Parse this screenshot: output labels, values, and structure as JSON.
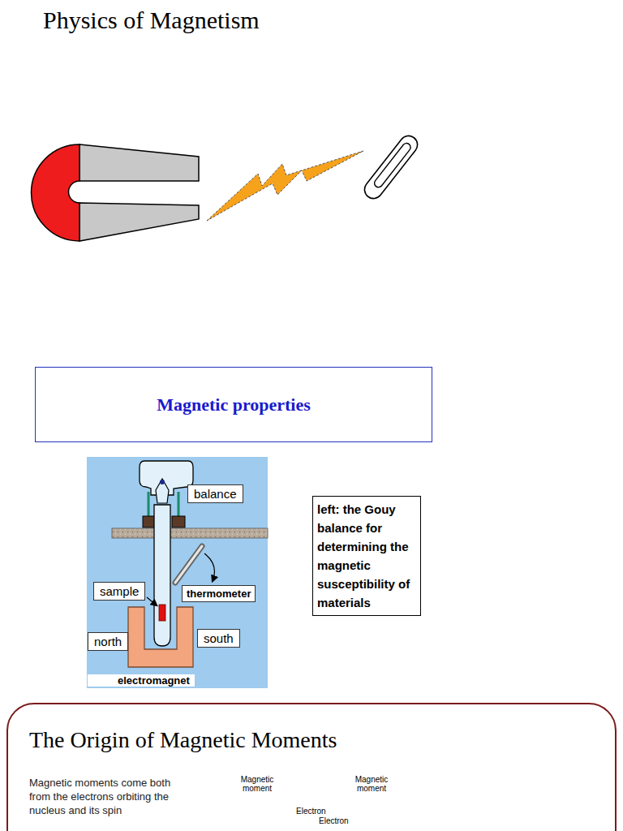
{
  "diagram": {
    "title": "Physics of Magnetism",
    "nodes": [
      {
        "text": [
          "Magnetic properties"
        ]
      },
      {
        "text": [
          "balance"
        ]
      },
      {
        "text": [
          "sample"
        ]
      },
      {
        "text": [
          "thermometer"
        ]
      },
      {
        "text": [
          "north"
        ]
      },
      {
        "text": [
          "south"
        ]
      },
      {
        "text": [
          "electromagnet"
        ]
      },
      {
        "text": [
          "left: the Gouy balance for determining the magnetic susceptibility of materials"
        ]
      },
      {
        "text": [
          "The Origin of Magnetic Moments",
          "Magnetic moments come both from the electrons orbiting the nucleus and its spin"
        ]
      }
    ],
    "labels": [
      "Magnetic moment",
      "Electron",
      "Magnetic moment",
      "Electron"
    ]
  }
}
